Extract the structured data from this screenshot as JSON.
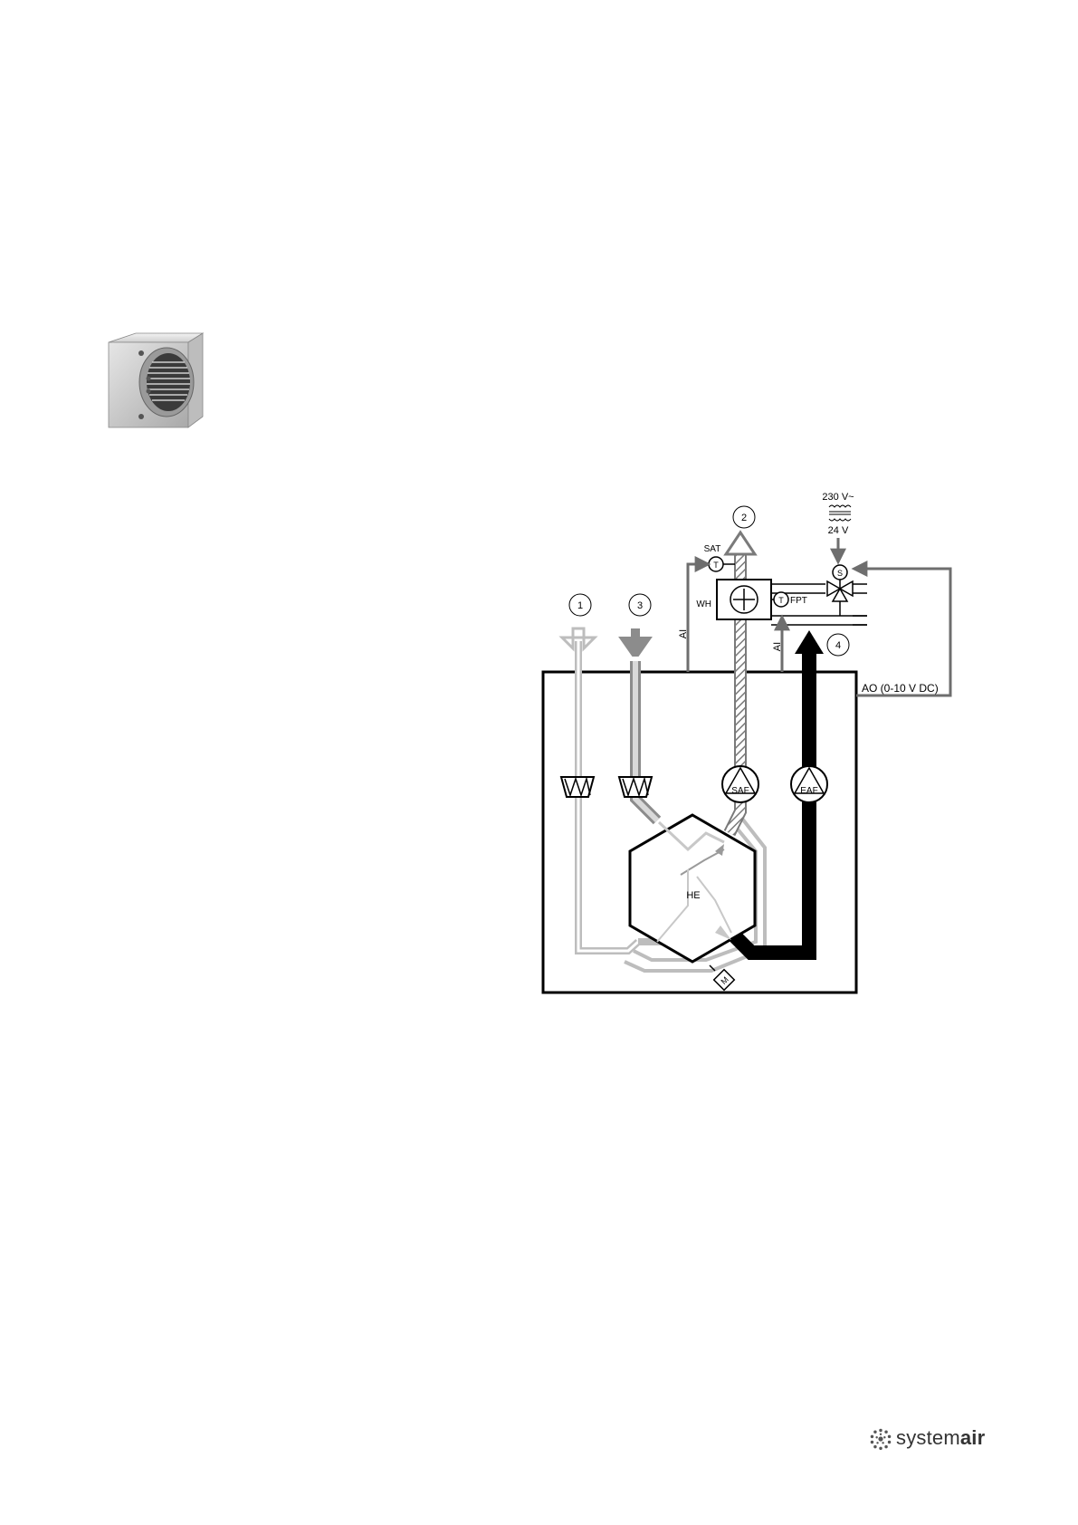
{
  "diagram": {
    "labels": {
      "power_in": "230 V~",
      "power_out": "24 V",
      "num1": "1",
      "num2": "2",
      "num3": "3",
      "num4": "4",
      "sat": "SAT",
      "t1": "T",
      "t2": "T",
      "fpt": "FPT",
      "wh": "WH",
      "s": "S",
      "ai_left": "AI",
      "ai_right": "AI",
      "ao": "AO (0-10 V DC)",
      "saf": "SAF",
      "eaf": "EAF",
      "he": "HE",
      "m": "M"
    }
  },
  "logo": {
    "prefix": "system",
    "suffix": "air"
  }
}
